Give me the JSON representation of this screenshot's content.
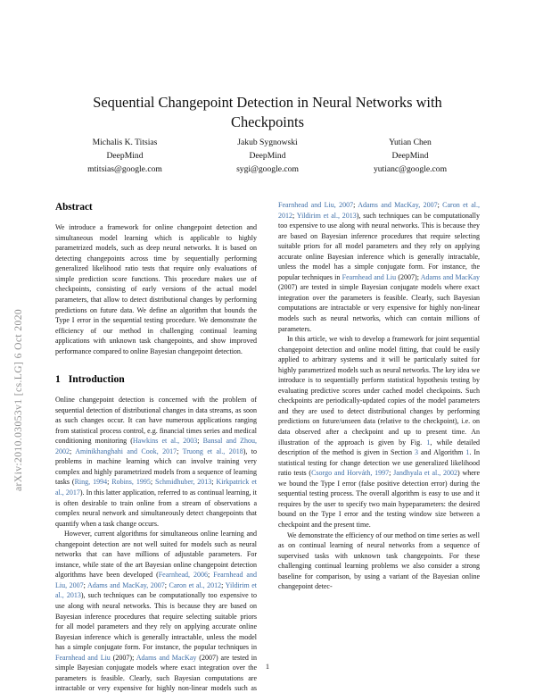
{
  "arxiv_stamp": "arXiv:2010.03053v1  [cs.LG]  6 Oct 2020",
  "title": "Sequential Changepoint Detection in Neural Networks with Checkpoints",
  "authors": [
    {
      "name": "Michalis K. Titsias",
      "affiliation": "DeepMind",
      "email": "mtitsias@google.com"
    },
    {
      "name": "Jakub Sygnowski",
      "affiliation": "DeepMind",
      "email": "sygi@google.com"
    },
    {
      "name": "Yutian Chen",
      "affiliation": "DeepMind",
      "email": "yutianc@google.com"
    }
  ],
  "abstract": {
    "heading": "Abstract",
    "body": "We introduce a framework for online changepoint detection and simultaneous model learning which is applicable to highly parametrized models, such as deep neural networks. It is based on detecting changepoints across time by sequentially performing generalized likelihood ratio tests that require only evaluations of simple prediction score functions. This procedure makes use of checkpoints, consisting of early versions of the actual model parameters, that allow to detect distributional changes by performing predictions on future data. We define an algorithm that bounds the Type I error in the sequential testing procedure. We demonstrate the efficiency of our method in challenging continual learning applications with unknown task changepoints, and show improved performance compared to online Bayesian changepoint detection."
  },
  "introduction": {
    "number": "1",
    "heading": "Introduction",
    "paragraph_1": {
      "part_a": "Online changepoint detection is concerned with the problem of sequential detection of distributional changes in data streams, as soon as such changes occur. It can have numerous applications ranging from statistical process control, e.g. financial times series and medical conditioning monitoring (",
      "cite_1": "Hawkins et al., 2003",
      "sep_1": "; ",
      "cite_2": "Bansal and Zhou, 2002",
      "sep_2": "; ",
      "cite_3": "Aminikhanghahi and Cook, 2017",
      "sep_3": "; ",
      "cite_4": "Truong et al., 2018",
      "part_b": "), to problems in machine learning which can involve training very complex and highly parametrized models from a sequence of learning tasks (",
      "cite_5": "Ring, 1994",
      "sep_5": "; ",
      "cite_6": "Robins, 1995",
      "sep_6": "; ",
      "cite_7": "Schmidhuber, 2013",
      "sep_7": "; ",
      "cite_8": "Kirkpatrick et al., 2017",
      "part_c": "). In this latter application, referred to as continual learning, it is often desirable to train online from a stream of observations a complex neural network and simultaneously detect changepoints that quantify when a task change occurs."
    },
    "paragraph_2": {
      "part_a": "However, current algorithms for simultaneous online learning and changepoint detection are not well suited for models such as neural networks that can have millions of adjustable parameters. For instance, while state of the art Bayesian online changepoint detection algorithms have been developed (",
      "cite_1": "Fearnhead, 2006",
      "sep_1": "; ",
      "cite_2": "Fearnhead and Liu, 2007",
      "sep_2": "; ",
      "cite_3": "Adams and MacKay, 2007",
      "sep_3": "; ",
      "cite_4": "Caron et al., 2012",
      "sep_4": "; ",
      "cite_5": "Yildirim et al., 2013",
      "part_b": "), such techniques can be computationally too expensive to use along with neural networks. This is because they are based on Bayesian inference procedures that require selecting suitable priors for all model parameters and they rely on applying accurate online Bayesian inference which is generally intractable, unless the model has a simple conjugate form. For instance, the popular techniques in ",
      "cite_6": "Fearnhead and Liu",
      "cite_6_year": " (2007)",
      "part_c": "; ",
      "cite_7": "Adams and MacKay",
      "cite_7_year": " (2007)",
      "part_d": " are tested in simple Bayesian conjugate models where exact integration over the parameters is feasible. Clearly, such Bayesian computations are intractable or very expensive for highly non-linear models such as neural networks, which can contain millions of parameters."
    },
    "paragraph_3": {
      "part_a": "In this article, we wish to develop a framework for joint sequential changepoint detection and online model fitting, that could be easily applied to arbitrary systems and it will be particularly suited for highly parametrized models such as neural networks. The key idea we introduce is to sequentially perform statistical hypothesis testing by evaluating predictive scores under cached model checkpoints. Such checkpoints are periodically-updated copies of the model parameters and they are used to detect distributional changes by performing predictions on future/unseen data (relative to the checkpoint), i.e. on data observed after a checkpoint and up to present time. An illustration of the approach is given by Fig. ",
      "ref_fig": "1",
      "part_b": ", while detailed description of the method is given in Section ",
      "ref_sec": "3",
      "part_c": " and Algorithm ",
      "ref_alg": "1",
      "part_d": ". In statistical testing for change detection we use generalized likelihood ratio tests (",
      "cite_1": "Csorgo and Horváth, 1997",
      "sep_1": "; ",
      "cite_2": "Jandhyala et al., 2002",
      "part_e": ") where we bound the Type I error (false positive detection error) during the sequential testing process. The overall algorithm is easy to use and it requires by the user to specify two main hypeparameters: the desired bound on the Type I error and the testing window size between a checkpoint and the present time."
    },
    "paragraph_4": {
      "text": "We demonstrate the efficiency of our method on time series as well as on continual learning of neural networks from a sequence of supervised tasks with unknown task changepoints. For these challenging continual learning problems we also consider a strong baseline for comparison, by using a variant of the Bayesian online changepoint detec-"
    }
  },
  "page_number": "1",
  "colors": {
    "citation_link": "#3f6fa8",
    "text": "#151515",
    "stamp": "#8e8e8e"
  }
}
